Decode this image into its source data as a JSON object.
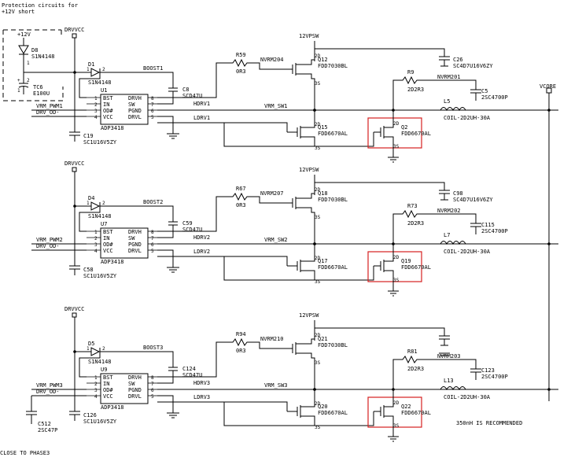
{
  "protection": {
    "note_line1": "Protection circuits for",
    "note_line2": "+12V short",
    "rail": "+12V",
    "diode_ref": "D8",
    "diode_val": "S1N4148",
    "cap_ref": "TC6",
    "cap_val": "E100U",
    "pin1": "1",
    "pin2": "2"
  },
  "global": {
    "vcore": "VCORE",
    "close_note": "CLOSE TO PHASE3",
    "recommend_note": "350nH IS RECOMMENDED"
  },
  "phases": [
    {
      "drvvcc": "DRVVCC",
      "vpsw": "12VPSW",
      "boot_diode_ref": "D1",
      "boot_diode_val": "S1N4148",
      "boost_net": "BOOST1",
      "ic_ref": "U1",
      "ic_part": "ADP3418",
      "pins_left": [
        "BST",
        "IN",
        "OD#",
        "VCC"
      ],
      "pins_right": [
        "DRVH",
        "SW",
        "PGND",
        "DRVL"
      ],
      "pin_nums_left": [
        "1",
        "2",
        "3",
        "4"
      ],
      "pin_nums_right": [
        "8",
        "7",
        "6",
        "5"
      ],
      "pwm_net": "VRM_PWM1",
      "od_net": "DRV_OD-",
      "vcc_cap_ref": "C19",
      "vcc_cap_val": "SC1U16V5ZY",
      "boot_cap_ref": "C8",
      "boot_cap_val": "SCD47U",
      "hdrv_net": "HDRV1",
      "ldrv_net": "LDRV1",
      "gate_res_ref": "R59",
      "gate_res_val": "0R3",
      "gate_net": "NVRM204",
      "high_fet_ref": "Q12",
      "high_fet_val": "FDD7030BL",
      "low_fet_ref": "Q15",
      "low_fet_val": "FDD6670AL",
      "low_fet2_ref": "Q2",
      "low_fet2_val": "FDD6670AL",
      "sw_net": "VRM_SW1",
      "in_cap_ref": "C26",
      "in_cap_val": "SC4D7U16V6ZY",
      "snub_res_ref": "R9",
      "snub_res_val": "2D2R3",
      "snub_net": "NVRM201",
      "snub_cap_ref": "C5",
      "snub_cap_val": "2SC4700P",
      "ind_ref": "L5",
      "ind_val": "COIL-2D2UH-30A"
    },
    {
      "drvvcc": "DRVVCC",
      "vpsw": "12VPSW",
      "boot_diode_ref": "D4",
      "boot_diode_val": "S1N4148",
      "boost_net": "BOOST2",
      "ic_ref": "U7",
      "ic_part": "ADP3418",
      "pins_left": [
        "BST",
        "IN",
        "OD#",
        "VCC"
      ],
      "pins_right": [
        "DRVH",
        "SW",
        "PGND",
        "DRVL"
      ],
      "pin_nums_left": [
        "1",
        "2",
        "3",
        "4"
      ],
      "pin_nums_right": [
        "8",
        "7",
        "6",
        "5"
      ],
      "pwm_net": "VRM_PWM2",
      "od_net": "DRV_OD-",
      "vcc_cap_ref": "C58",
      "vcc_cap_val": "SC1U16V5ZY",
      "boot_cap_ref": "C59",
      "boot_cap_val": "SCD47U",
      "hdrv_net": "HDRV2",
      "ldrv_net": "LDRV2",
      "gate_res_ref": "R67",
      "gate_res_val": "0R3",
      "gate_net": "NVRM207",
      "high_fet_ref": "Q18",
      "high_fet_val": "FDD7030BL",
      "low_fet_ref": "Q17",
      "low_fet_val": "FDD6670AL",
      "low_fet2_ref": "Q19",
      "low_fet2_val": "FDD6670AL",
      "sw_net": "VRM_SW2",
      "in_cap_ref": "C98",
      "in_cap_val": "SC4D7U16V6ZY",
      "snub_res_ref": "R73",
      "snub_res_val": "2D2R3",
      "snub_net": "NVRM202",
      "snub_cap_ref": "C115",
      "snub_cap_val": "2SC4700P",
      "ind_ref": "L7",
      "ind_val": "COIL-2D2UH-30A"
    },
    {
      "drvvcc": "DRVVCC",
      "vpsw": "12VPSW",
      "boot_diode_ref": "D5",
      "boot_diode_val": "S1N4148",
      "boost_net": "BOOST3",
      "ic_ref": "U9",
      "ic_part": "ADP3418",
      "pins_left": [
        "BST",
        "IN",
        "OD#",
        "VCC"
      ],
      "pins_right": [
        "DRVH",
        "SW",
        "PGND",
        "DRVL"
      ],
      "pin_nums_left": [
        "1",
        "2",
        "3",
        "4"
      ],
      "pin_nums_right": [
        "8",
        "7",
        "6",
        "5"
      ],
      "pwm_net": "VRM_PWM3",
      "od_net": "DRV_OD-",
      "vcc_cap_ref": "C126",
      "vcc_cap_val": "SC1U16V5ZY",
      "extra_cap_ref": "C512",
      "extra_cap_val": "2SC47P",
      "boot_cap_ref": "C124",
      "boot_cap_val": "SCD47U",
      "hdrv_net": "HDRV3",
      "ldrv_net": "LDRV3",
      "gate_res_ref": "R94",
      "gate_res_val": "0R3",
      "gate_net": "NVRM210",
      "high_fet_ref": "Q21",
      "high_fet_val": "FDD7030BL",
      "low_fet_ref": "Q20",
      "low_fet_val": "FDD6670AL",
      "low_fet2_ref": "Q22",
      "low_fet2_val": "FDD6670AL",
      "sw_net": "VRM_SW3",
      "snub_res_ref": "R81",
      "snub_res_val": "2D2R3",
      "snub_net": "NVRM203",
      "snub_cap_ref": "C123",
      "snub_cap_val": "2SC4700P",
      "ind_ref": "L13",
      "ind_val": "COIL-2D2UH-30A"
    }
  ]
}
